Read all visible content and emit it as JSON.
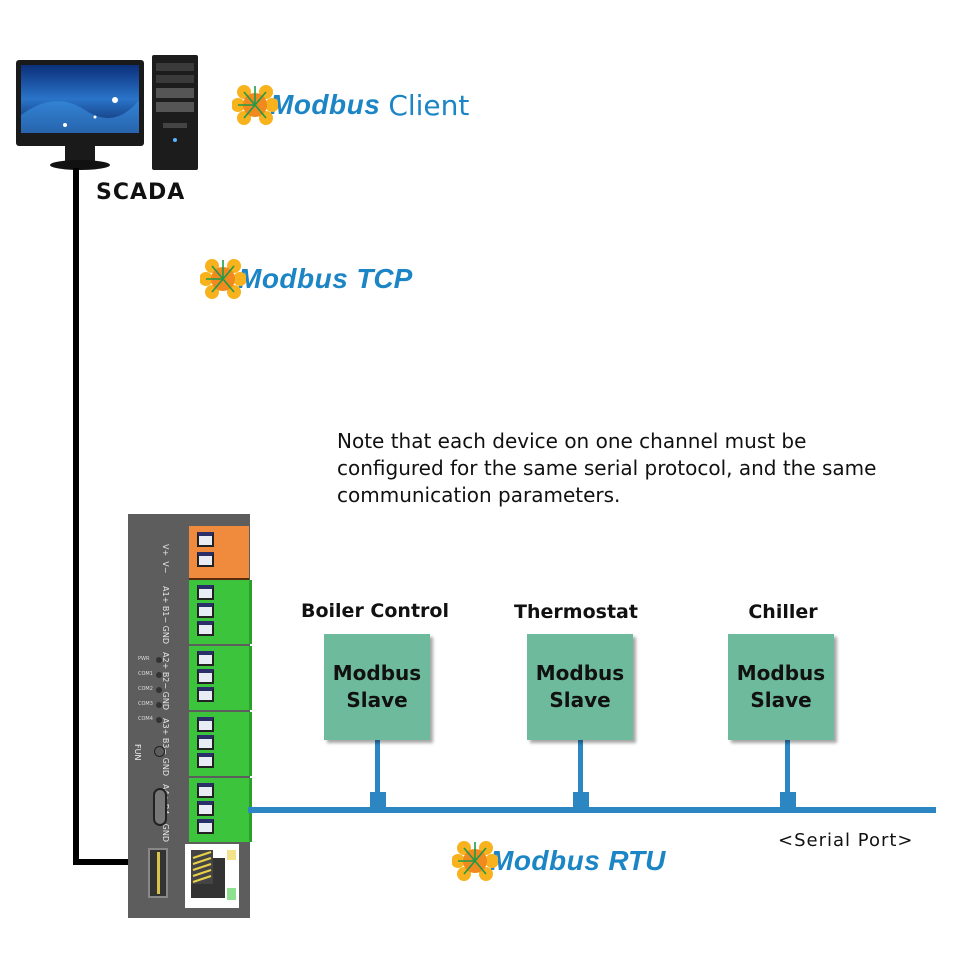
{
  "scada": {
    "label": "SCADA",
    "role_logo": {
      "brand": "Modbus",
      "suffix": "Client",
      "icon": "modbus-logo-icon"
    }
  },
  "network": {
    "tcp_logo": {
      "brand": "Modbus",
      "suffix": "TCP",
      "icon": "modbus-logo-icon"
    },
    "rtu_logo": {
      "brand": "Modbus",
      "suffix": "RTU",
      "icon": "modbus-logo-icon"
    },
    "serial_port_label": "<Serial Port>"
  },
  "note": "Note that each device on one channel must be configured for the same serial protocol, and the same communication parameters.",
  "gateway": {
    "power_pins": [
      "V+",
      "V−"
    ],
    "channels": [
      {
        "pins": [
          "A1+",
          "B1−",
          "GND"
        ]
      },
      {
        "pins": [
          "A2+",
          "B2−",
          "GND"
        ]
      },
      {
        "pins": [
          "A3+",
          "B3−",
          "GND"
        ]
      },
      {
        "pins": [
          "A4+",
          "B4−",
          "GND"
        ]
      }
    ],
    "leds": [
      "PWR",
      "COM1",
      "COM2",
      "COM3",
      "COM4"
    ],
    "button_label": "FUN"
  },
  "devices": [
    {
      "title": "Boiler Control",
      "line1": "Modbus",
      "line2": "Slave"
    },
    {
      "title": "Thermostat",
      "line1": "Modbus",
      "line2": "Slave"
    },
    {
      "title": "Chiller",
      "line1": "Modbus",
      "line2": "Slave"
    }
  ],
  "colors": {
    "brand_blue": "#1b85c5",
    "bus_blue": "#2b86c2",
    "slave_green": "#6dba9c",
    "terminal_green": "#3cc43c",
    "terminal_orange": "#f08a3c",
    "gateway_gray": "#5d5d5d"
  }
}
